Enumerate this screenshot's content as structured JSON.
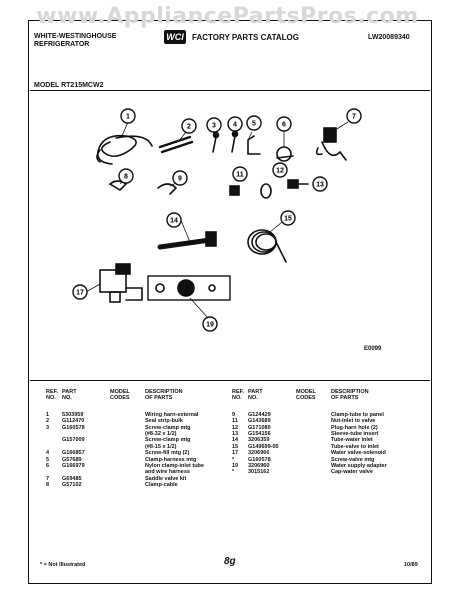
{
  "watermark": "www.AppliancePartsPros.com",
  "header": {
    "brand": "WHITE-WESTINGHOUSE",
    "product": "REFRIGERATOR",
    "logo": "WCI",
    "catalog": "FACTORY PARTS CATALOG",
    "catalog_number": "LW20089340"
  },
  "model_line": "MODEL RT215MCW2",
  "figure_code": "E0099",
  "callouts": [
    "1",
    "2",
    "3",
    "4",
    "5",
    "6",
    "7",
    "8",
    "9",
    "11",
    "12",
    "13",
    "14",
    "15",
    "17",
    "19"
  ],
  "table_headers": {
    "ref": "REF.\nNO.",
    "part": "PART\nNO.",
    "model": "MODEL\nCODES",
    "desc": "DESCRIPTION\nOF PARTS"
  },
  "parts_left": [
    {
      "ref": "1",
      "part": "5303959",
      "model": "",
      "desc": "Wiring harn-external"
    },
    {
      "ref": "2",
      "part": "G112470",
      "model": "",
      "desc": "Seal strip-bulk"
    },
    {
      "ref": "3",
      "part": "G160578",
      "model": "",
      "desc": "Screw-clamp mtg"
    },
    {
      "ref": "",
      "part": "",
      "model": "",
      "desc": "(#8-32 x 1/2)"
    },
    {
      "ref": "",
      "part": "G157009",
      "model": "",
      "desc": "Screw-clamp mtg"
    },
    {
      "ref": "",
      "part": "",
      "model": "",
      "desc": "(#8-15 x 1/2)"
    },
    {
      "ref": "4",
      "part": "G166857",
      "model": "",
      "desc": "Screw-fill mtg (2)"
    },
    {
      "ref": "5",
      "part": "G57689",
      "model": "",
      "desc": "Clamp-harness mtg"
    },
    {
      "ref": "6",
      "part": "G166979",
      "model": "",
      "desc": "Nylon clamp-inlet tube"
    },
    {
      "ref": "",
      "part": "",
      "model": "",
      "desc": "and wire harness"
    },
    {
      "ref": "7",
      "part": "G69485",
      "model": "",
      "desc": "Saddle valve kit"
    },
    {
      "ref": "8",
      "part": "G57102",
      "model": "",
      "desc": "Clamp-cable"
    }
  ],
  "parts_right": [
    {
      "ref": "9",
      "part": "G124429",
      "model": "",
      "desc": "Clamp-tube to panel"
    },
    {
      "ref": "11",
      "part": "G143689",
      "model": "",
      "desc": "Nut-inlet to valve"
    },
    {
      "ref": "12",
      "part": "G171080",
      "model": "",
      "desc": "Plug-harn hole (2)"
    },
    {
      "ref": "13",
      "part": "G154156",
      "model": "",
      "desc": "Sleeve-tube insert"
    },
    {
      "ref": "14",
      "part": "3206359",
      "model": "",
      "desc": "Tube-water inlet"
    },
    {
      "ref": "15",
      "part": "G149699-05",
      "model": "",
      "desc": "Tube-valve to inlet"
    },
    {
      "ref": "17",
      "part": "3206966",
      "model": "",
      "desc": "Water valve-solenoid"
    },
    {
      "ref": "*",
      "part": "G160578",
      "model": "",
      "desc": "Screw-valve mtg"
    },
    {
      "ref": "19",
      "part": "3206960",
      "model": "",
      "desc": "Water supply adapter"
    },
    {
      "ref": "",
      "part": "",
      "model": "",
      "desc": ""
    },
    {
      "ref": "*",
      "part": "3015162",
      "model": "",
      "desc": "Cap-water valve"
    }
  ],
  "footer": {
    "note": "* = Not Illustrated",
    "page": "8g",
    "date": "10/89"
  }
}
